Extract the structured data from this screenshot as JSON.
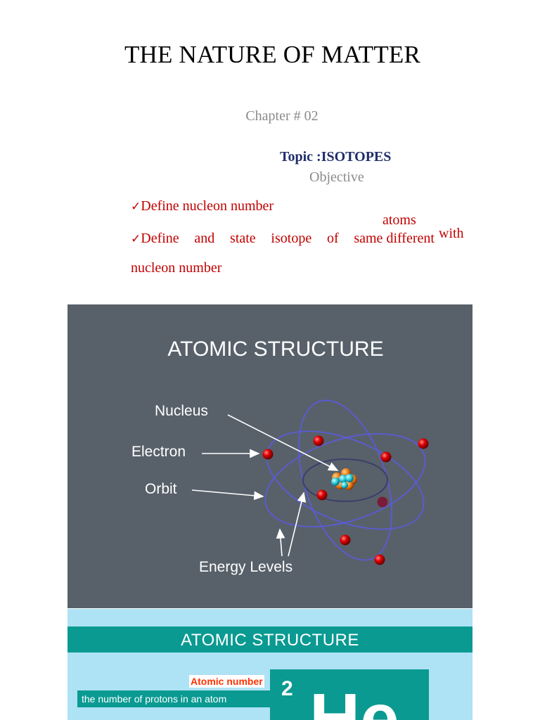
{
  "header": {
    "title": "THE NATURE OF MATTER",
    "chapter": "Chapter # 02",
    "topic": "Topic :ISOTOPES",
    "objective_heading": "Objective"
  },
  "objectives": {
    "check_mark": "✓",
    "item1": "Define nucleon number",
    "item2_words": [
      "Define",
      "and",
      "state",
      "isotope",
      "of",
      "same",
      "different"
    ],
    "item2_atoms": "atoms",
    "item2_with": "with",
    "item2_tail": "nucleon number"
  },
  "slide1": {
    "title": "ATOMIC STRUCTURE",
    "labels": {
      "nucleus": "Nucleus",
      "electron": "Electron",
      "orbit": "Orbit",
      "energy_levels": "Energy Levels"
    },
    "colors": {
      "background": "#58616a",
      "orbit": "#5b5bd6",
      "electron": "#cc0000"
    }
  },
  "slide2": {
    "title": "ATOMIC STRUCTURE",
    "atomic_number_label": "Atomic number",
    "atomic_number_desc": "the number of protons in an atom",
    "atomic_number_value": "2",
    "element_symbol": "He",
    "colors": {
      "background": "#aee2f5",
      "accent": "#0a9a92"
    }
  }
}
